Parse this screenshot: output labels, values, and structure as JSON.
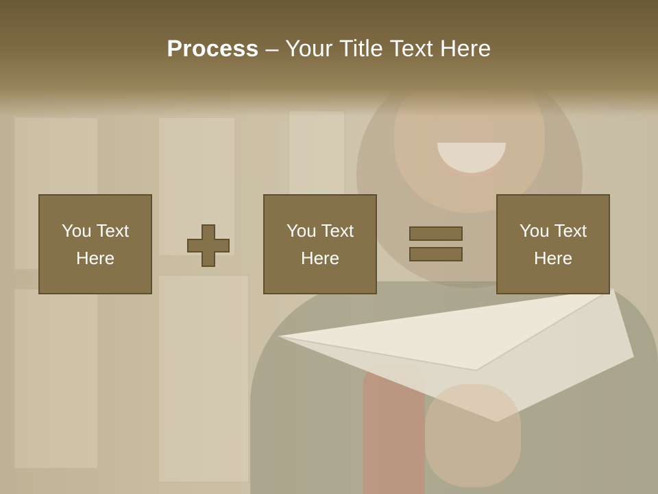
{
  "slide": {
    "title_bold": "Process",
    "title_rest": " – Your Title Text Here"
  },
  "boxes": [
    {
      "text": "You Text\nHere"
    },
    {
      "text": "You Text\nHere"
    },
    {
      "text": "You Text\nHere"
    }
  ],
  "operators": {
    "first": "plus-icon",
    "second": "equals-icon"
  },
  "colors": {
    "accent": "#86724a",
    "accent_border": "#5e4f30",
    "title_bar": "#7d6a44",
    "text": "#ffffff"
  }
}
